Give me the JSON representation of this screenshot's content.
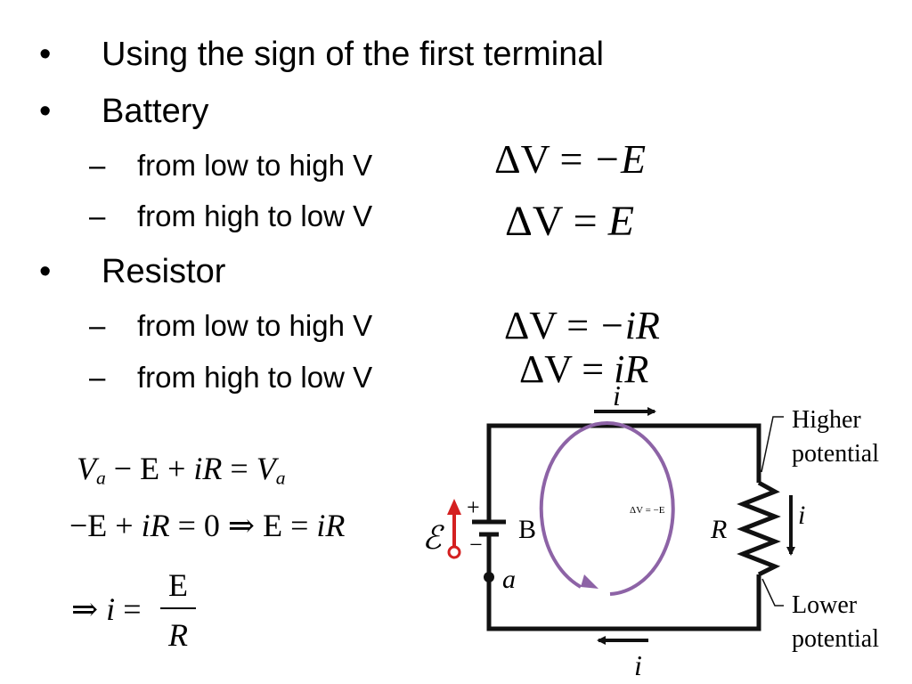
{
  "bullets": {
    "b1": "Using the sign of the first terminal",
    "b2": "Battery",
    "b3": "Resistor",
    "mark": "•",
    "dash": "–"
  },
  "subitems": {
    "battery_low_high": "from low to high V",
    "battery_high_low": "from high to low V",
    "resistor_low_high": "from low to high V",
    "resistor_high_low": "from high to low V"
  },
  "equations": {
    "battery_low_high": {
      "lhs": "ΔV",
      "op": "=",
      "rhs": "−E"
    },
    "battery_high_low": {
      "lhs": "ΔV",
      "op": "=",
      "rhs": "E"
    },
    "resistor_low_high": {
      "lhs": "ΔV",
      "op": "=",
      "rhs": "−iR"
    },
    "resistor_high_low": {
      "lhs": "ΔV",
      "op": "=",
      "rhs": "iR"
    }
  },
  "derivation": {
    "line1": {
      "v": "V",
      "sub_a": "a",
      "middle": " − E + ",
      "ir": "iR",
      "eq": " = ",
      "v2": "V",
      "sub_a2": "a"
    },
    "line2": {
      "text1": "−E + ",
      "ir": "iR",
      "text2": " = 0 ⇒ E = ",
      "ir2": "iR"
    },
    "line3": {
      "implies": "⇒",
      "i": "i",
      "eq": " = ",
      "numerator": "E",
      "denominator": "R"
    }
  },
  "circuit": {
    "current_label": "i",
    "plus_sign": "+",
    "minus_sign": "−",
    "emf_symbol": "ℰ",
    "battery_label": "B",
    "point_label": "a",
    "resistor_label": "R",
    "loop_equation": "ΔV = −E",
    "higher_line1": "Higher",
    "higher_line2": "potential",
    "lower_line1": "Lower",
    "lower_line2": "potential",
    "colors": {
      "wire": "#111111",
      "loop": "#8d63a6",
      "emf_arrow": "#d42020"
    }
  }
}
